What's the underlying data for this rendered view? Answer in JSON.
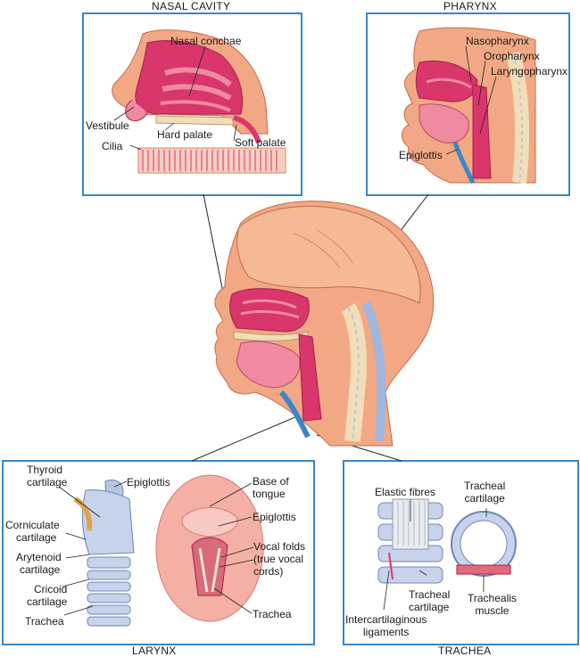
{
  "panels": {
    "nasal_cavity": {
      "title": "NASAL CAVITY",
      "labels": {
        "nasal_conchae": "Nasal conchae",
        "vestibule": "Vestibule",
        "hard_palate": "Hard palate",
        "soft_palate": "Soft palate",
        "cilia": "Cilia"
      }
    },
    "pharynx": {
      "title": "PHARYNX",
      "labels": {
        "nasopharynx": "Nasopharynx",
        "oropharynx": "Oropharynx",
        "laryngopharynx": "Laryngopharynx",
        "epiglottis": "Epiglottis"
      }
    },
    "larynx": {
      "title": "LARYNX",
      "labels": {
        "thyroid_cartilage_1": "Thyroid",
        "thyroid_cartilage_2": "cartilage",
        "epiglottis_left": "Epiglottis",
        "corniculate_1": "Corniculate",
        "corniculate_2": "cartilage",
        "arytenoid_1": "Arytenoid",
        "arytenoid_2": "cartilage",
        "cricoid_1": "Cricoid",
        "cricoid_2": "cartilage",
        "trachea_left": "Trachea",
        "base_tongue_1": "Base of",
        "base_tongue_2": "tongue",
        "epiglottis_right": "Epiglottis",
        "vocal_1": "Vocal folds",
        "vocal_2": "(true vocal",
        "vocal_3": "cords)",
        "trachea_right": "Trachea"
      }
    },
    "trachea": {
      "title": "TRACHEA",
      "labels": {
        "elastic_fibres": "Elastic fibres",
        "tracheal_cart_right_1": "Tracheal",
        "tracheal_cart_right_2": "cartilage",
        "tracheal_cart_left_1": "Tracheal",
        "tracheal_cart_left_2": "cartilage",
        "trachealis_1": "Trachealis",
        "trachealis_2": "muscle",
        "intercart_1": "Intercartilaginous",
        "intercart_2": "ligaments"
      }
    }
  },
  "colors": {
    "border": "#3a87c8",
    "skin": "#f2a884",
    "tissue": "#d9366b",
    "tissue_light": "#f08aa0",
    "bone": "#f1ddb8",
    "cartilage": "#c7d3ea"
  }
}
